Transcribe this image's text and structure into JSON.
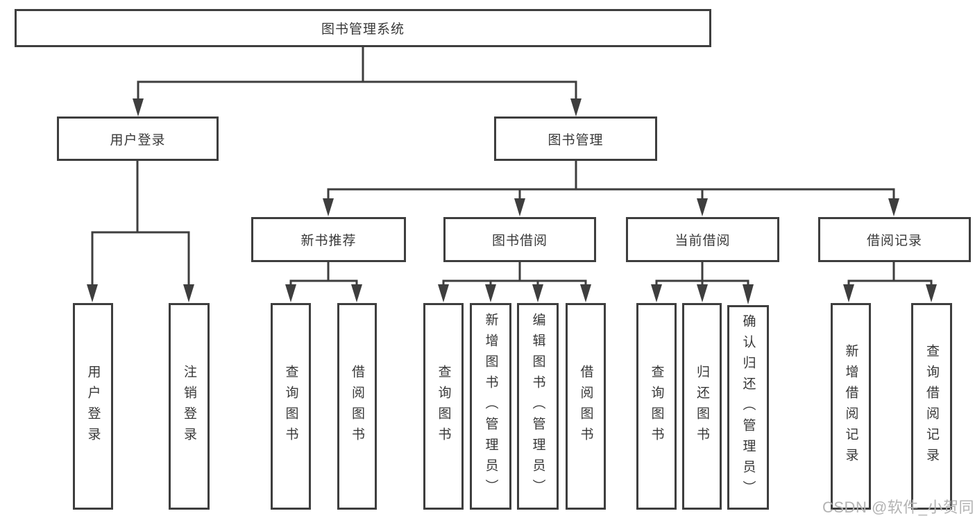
{
  "diagram": {
    "root": {
      "label": "图书管理系统"
    },
    "level2": [
      {
        "label": "用户登录",
        "children": [
          "用户登录",
          "注销登录"
        ]
      },
      {
        "label": "图书管理"
      }
    ],
    "level3": [
      {
        "label": "新书推荐",
        "children": [
          "查询图书",
          "借阅图书"
        ]
      },
      {
        "label": "图书借阅",
        "children": [
          "查询图书",
          "新增图书（管理员）",
          "编辑图书（管理员）",
          "借阅图书"
        ]
      },
      {
        "label": "当前借阅",
        "children": [
          "查询图书",
          "归还图书",
          "确认归还（管理员）"
        ]
      },
      {
        "label": "借阅记录",
        "children": [
          "新增借阅记录",
          "查询借阅记录"
        ]
      }
    ],
    "watermark": "CSDN @软件_小贺同学",
    "colors": {
      "line": "#3e3e3e",
      "text": "#383838",
      "watermark": "#b3b3b3",
      "background": "#ffffff"
    }
  }
}
